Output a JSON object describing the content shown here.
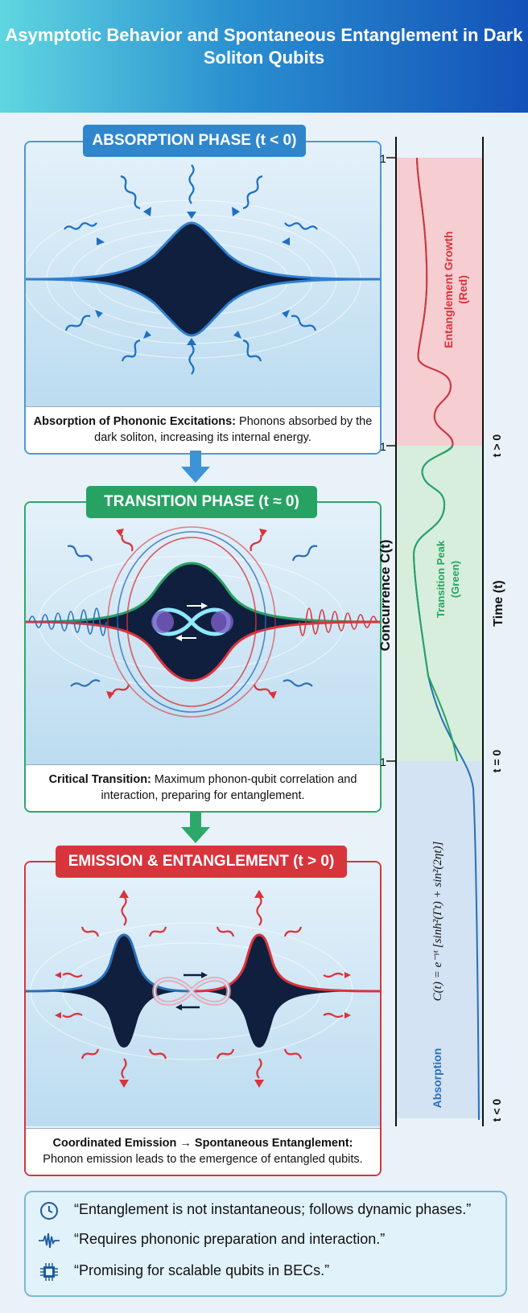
{
  "title": "Asymptotic Behavior and Spontaneous Entanglement in Dark Soliton Qubits",
  "phases": [
    {
      "label": "ABSORPTION PHASE (t < 0)",
      "caption_bold": "Absorption of Phononic Excitations:",
      "caption_text": "Phonons absorbed by the dark soliton, increasing its internal energy."
    },
    {
      "label": "TRANSITION PHASE (t ≈ 0)",
      "caption_bold": "Critical Transition:",
      "caption_text": "Maximum phonon-qubit correlation and interaction, preparing for entanglement."
    },
    {
      "label": "EMISSION & ENTANGLEMENT (t > 0)",
      "caption_bold": "Coordinated Emission → Spontaneous Entanglement:",
      "caption_text": "Phonon emission leads to the emergence of entangled qubits."
    }
  ],
  "chart": {
    "ylabel": "Concurrence C(t)",
    "time_label": "Time (t)",
    "ticks": [
      "1",
      "1",
      "1"
    ],
    "time_ticks": [
      "t > 0",
      "t = 0",
      "t < 0"
    ],
    "region_red": "Entanglement Growth (Red)",
    "region_red_line1": "Entanglement Growth",
    "region_red_line2": "(Red)",
    "region_green_line1": "Transition Peak",
    "region_green_line2": "(Green)",
    "region_blue": "Absorption",
    "formula": "C(t) = e^{-γt}[sinh²(Γt) + sin²(2ηt)]",
    "formula_display": "C(t) = e⁻ᵞᵗ [sinh²(Γt) + sin²(2ηt)]",
    "colors": {
      "red": "#d8343c",
      "green": "#27a263",
      "blue": "#2a6fb8"
    }
  },
  "quotes": [
    {
      "icon": "clock-icon",
      "text": "“Entanglement is not instantaneous; follows dynamic phases.”"
    },
    {
      "icon": "wave-icon",
      "text": "“Requires phononic preparation and interaction.”"
    },
    {
      "icon": "chip-icon",
      "text": "“Promising for scalable qubits in BECs.”"
    }
  ]
}
